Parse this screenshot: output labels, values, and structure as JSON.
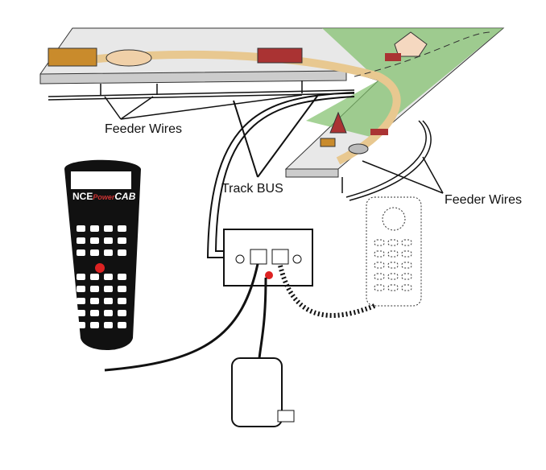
{
  "labels": {
    "feeder_left": "Feeder Wires",
    "track_bus": "Track BUS",
    "feeder_right": "Feeder Wires"
  },
  "cab": {
    "brand": "NCE",
    "model": "Power",
    "suffix": "CAB"
  }
}
